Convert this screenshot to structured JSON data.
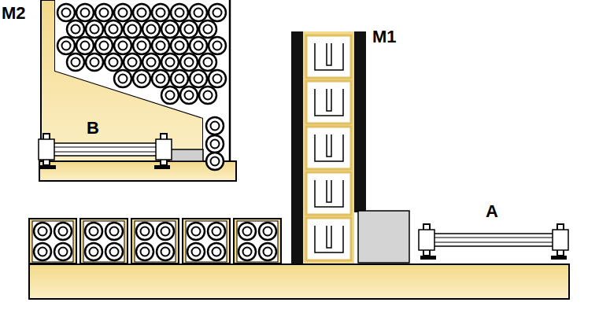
{
  "diagram": {
    "labels": [
      "M2",
      "B",
      "M1",
      "A"
    ]
  }
}
